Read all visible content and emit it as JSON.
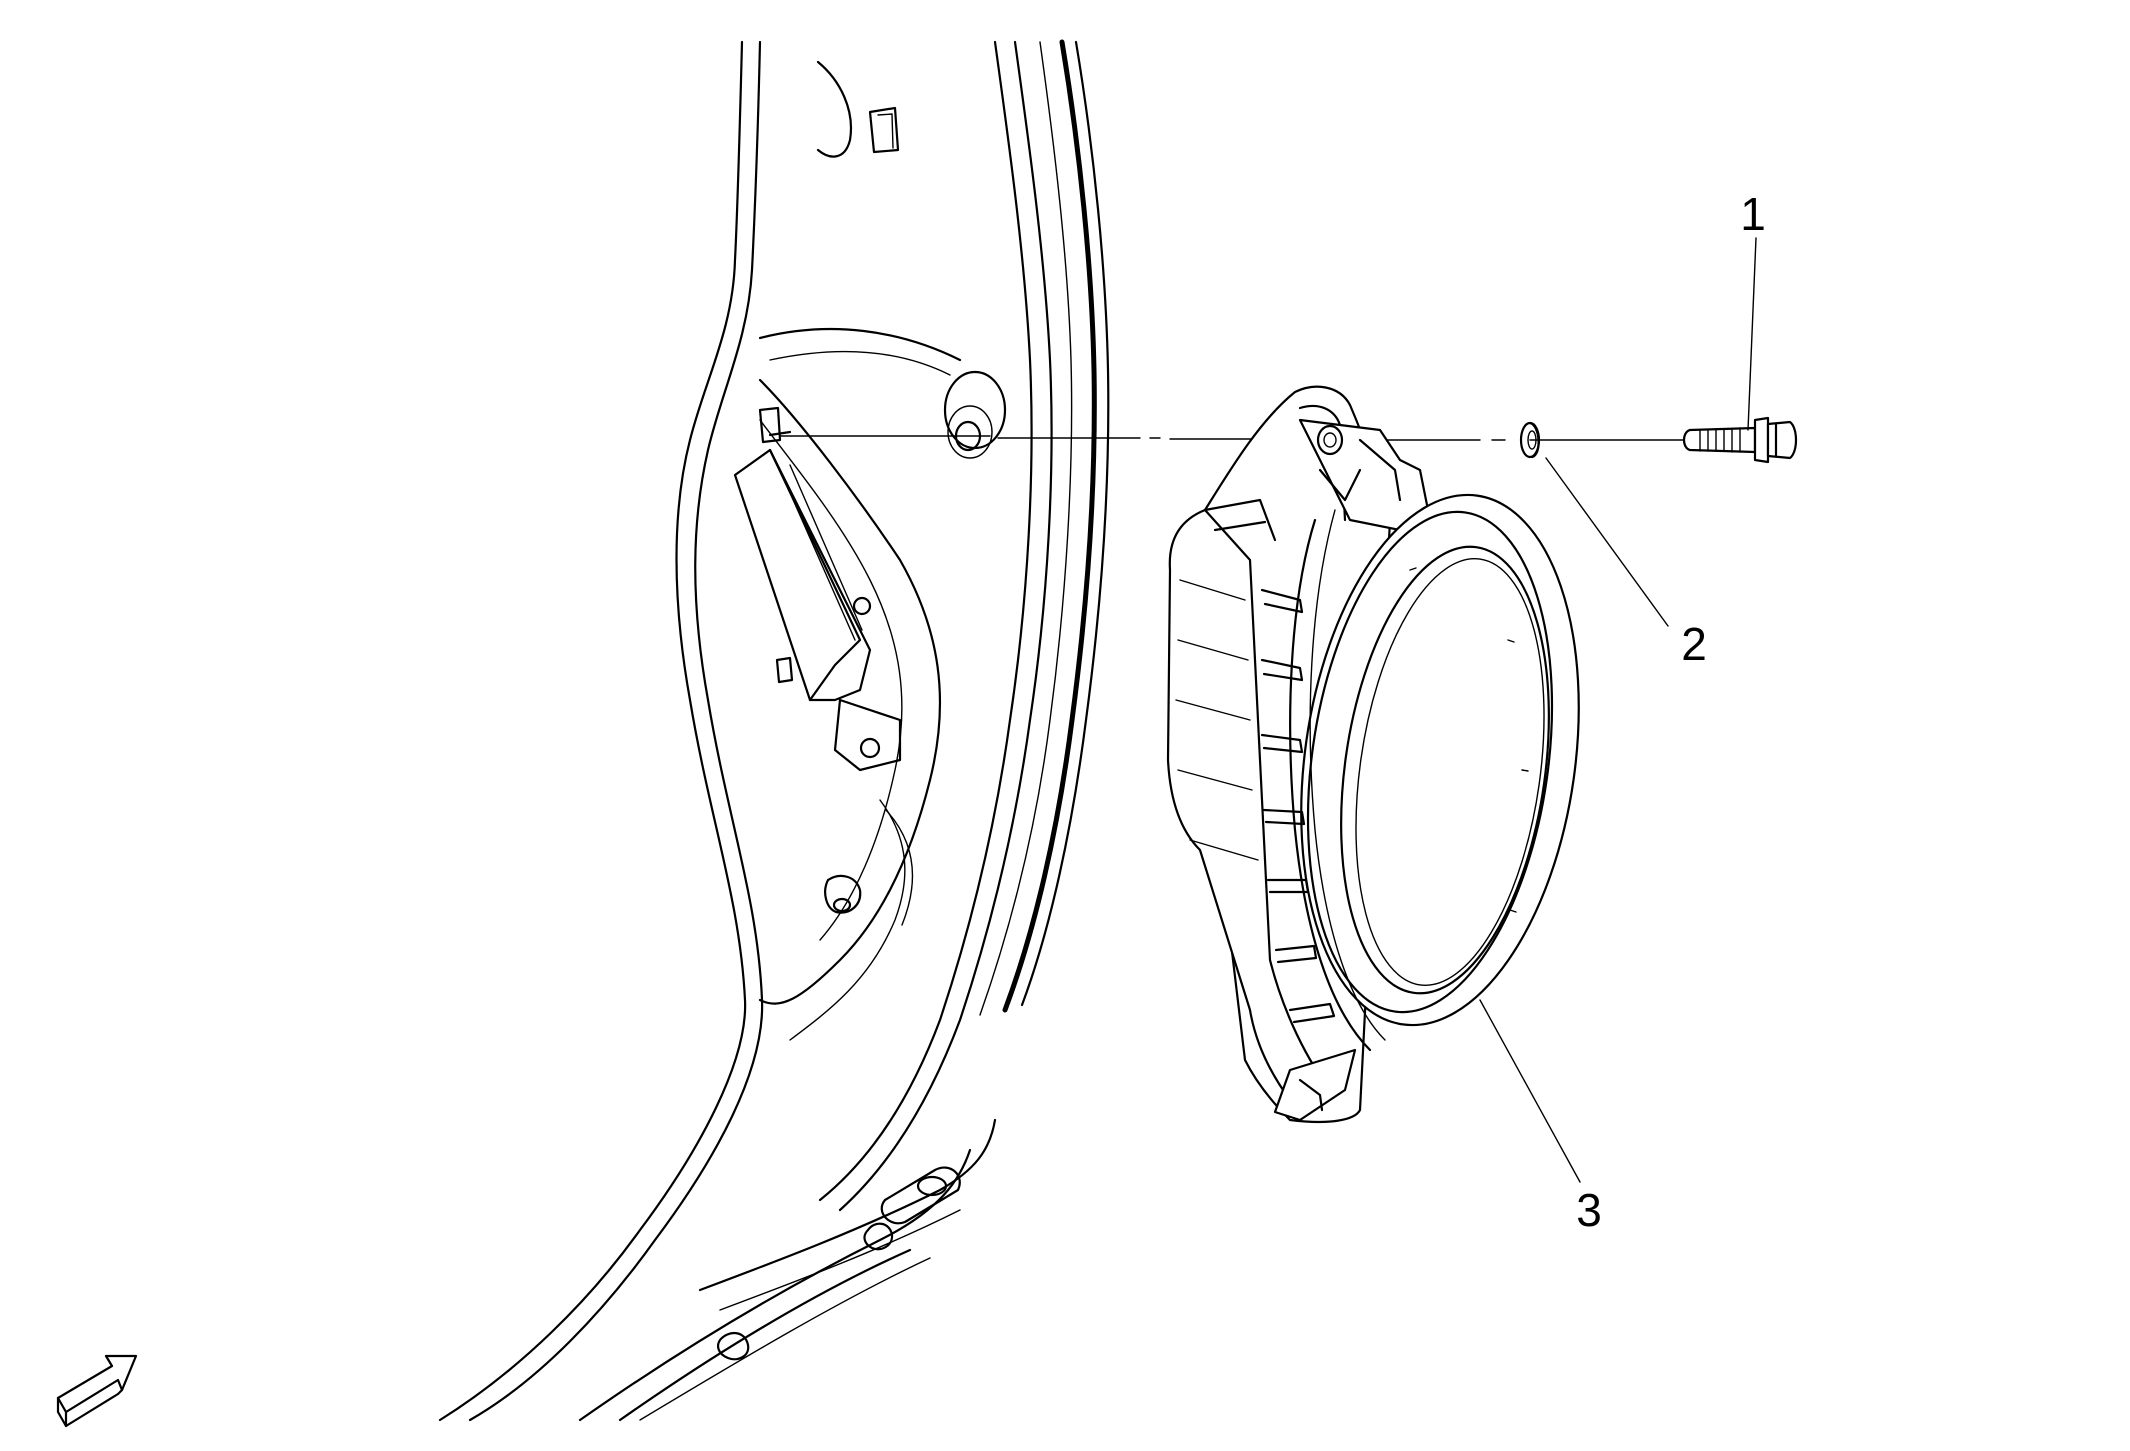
{
  "diagram": {
    "callouts": [
      {
        "number": "1",
        "part": "bolt"
      },
      {
        "number": "2",
        "part": "washer"
      },
      {
        "number": "3",
        "part": "speaker-adapter-ring"
      }
    ],
    "icons": {
      "direction_arrow": "forward-direction-arrow-icon"
    },
    "colors": {
      "line": "#000000",
      "background": "#ffffff"
    }
  }
}
